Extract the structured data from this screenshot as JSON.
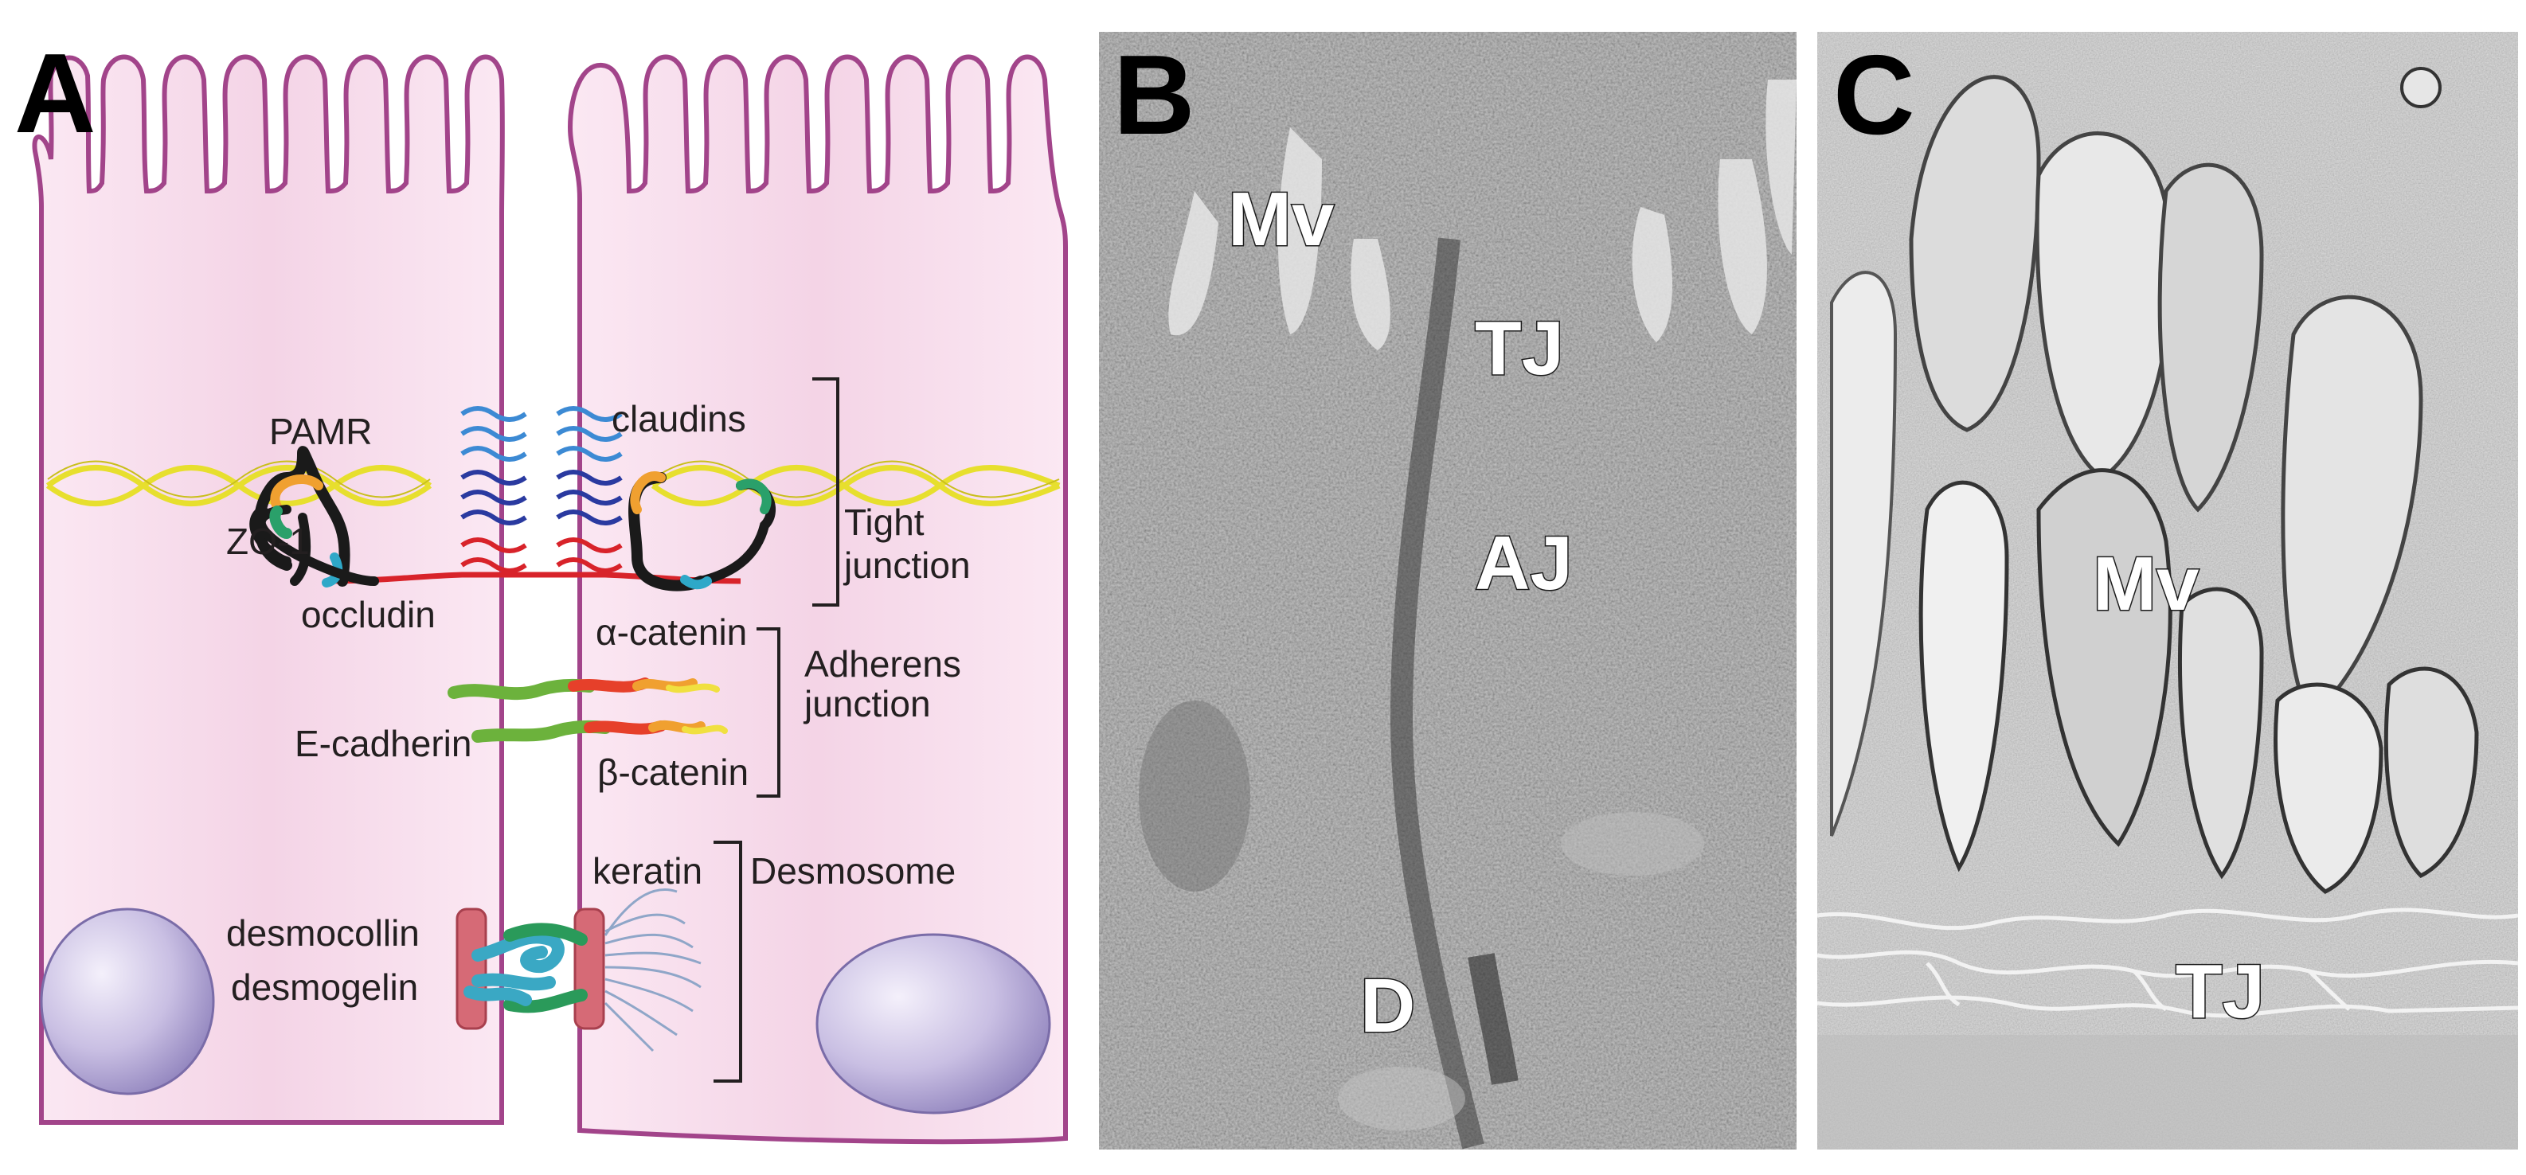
{
  "panels": {
    "a": {
      "letter": "A",
      "labels": {
        "pamr": "PAMR",
        "claudins": "claudins",
        "zo1": "ZO-1",
        "occludin": "occludin",
        "tight_junction_line1": "Tight",
        "tight_junction_line2": "junction",
        "alpha_catenin": "α-catenin",
        "adherens_line1": "Adherens",
        "adherens_line2": "junction",
        "e_cadherin": "E-cadherin",
        "beta_catenin": "β-catenin",
        "keratin": "keratin",
        "desmosome": "Desmosome",
        "desmocollin": "desmocollin",
        "desmogelin": "desmogelin"
      }
    },
    "b": {
      "letter": "B",
      "labels": {
        "mv": "Mv",
        "tj": "TJ",
        "aj": "AJ",
        "d": "D"
      }
    },
    "c": {
      "letter": "C",
      "labels": {
        "mv": "Mv",
        "tj": "TJ"
      }
    }
  },
  "colors": {
    "cell_fill": "#f6dcec",
    "cell_outline": "#a2448a",
    "pamr": "#f0e83a",
    "claudin_blue": "#3c8ad4",
    "claudin_navy": "#2a3aa0",
    "occludin_red": "#d8232a",
    "zo1_black": "#1a1a1a",
    "nucleus": "#b2a6d4",
    "desmosome_plaque": "#d66a76",
    "cadherin_green": "#6cb23c",
    "catenin_orange": "#f08a20"
  }
}
